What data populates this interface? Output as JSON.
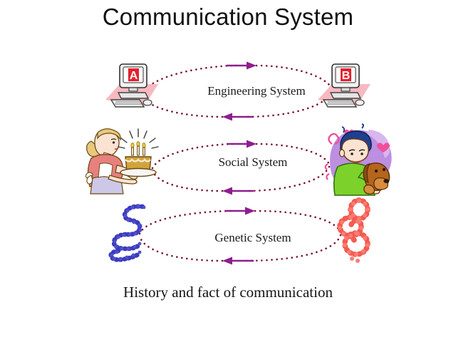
{
  "slide": {
    "title": "Communication System",
    "caption": "History and fact of communication",
    "background_color": "#ffffff"
  },
  "palette": {
    "dot_color": "#7a1030",
    "arrow_color": "#8e1f8e",
    "title_color": "#111111",
    "text_color": "#1b1b1b",
    "computer_shadow_pink": "#f7b9c0",
    "screen_letter_red": "#e4212b",
    "dna_blue": "#3b3bbd",
    "chromosome_red": "#f25b52",
    "dress_pink": "#e7807e",
    "apron_lavender": "#cdc8e8",
    "hair_blonde": "#e8c87a",
    "cake_gold": "#d2a33a",
    "boy_shirt_green": "#7cd22a",
    "boy_hair_blue": "#1f3f8f",
    "dog_brown": "#b5651d",
    "blob_purple": "#bc8fe0",
    "heart_pink": "#ef4f9b"
  },
  "rows": [
    {
      "id": "engineering",
      "label": "Engineering System",
      "left_art": "computer-a-icon",
      "left_art_letter": "A",
      "right_art": "computer-b-icon",
      "right_art_letter": "B",
      "top_arrow_direction": "right",
      "bottom_arrow_direction": "left"
    },
    {
      "id": "social",
      "label": "Social System",
      "left_art": "woman-with-cake-icon",
      "right_art": "boy-with-dog-icon",
      "top_arrow_direction": "right",
      "bottom_arrow_direction": "left"
    },
    {
      "id": "genetic",
      "label": "Genetic System",
      "left_art": "dna-strand-blue-icon",
      "right_art": "chromosome-red-icon",
      "top_arrow_direction": "right",
      "bottom_arrow_direction": "left"
    }
  ]
}
